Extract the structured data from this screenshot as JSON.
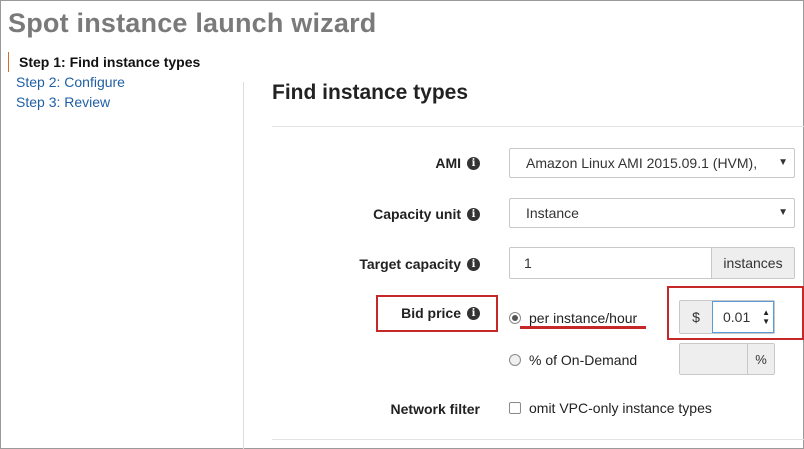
{
  "wizard": {
    "title": "Spot instance launch wizard",
    "steps": [
      {
        "label": "Step 1: Find instance types",
        "active": true
      },
      {
        "label": "Step 2: Configure",
        "active": false
      },
      {
        "label": "Step 3: Review",
        "active": false
      }
    ]
  },
  "section": {
    "title": "Find instance types"
  },
  "form": {
    "ami": {
      "label": "AMI",
      "value": "Amazon Linux AMI 2015.09.1 (HVM),"
    },
    "capacity_unit": {
      "label": "Capacity unit",
      "value": "Instance"
    },
    "target_capacity": {
      "label": "Target capacity",
      "value": "1",
      "unit": "instances"
    },
    "bid_price": {
      "label": "Bid price",
      "option_per_hour": {
        "label": "per instance/hour",
        "selected": true
      },
      "currency": "$",
      "price_value": "0.01",
      "option_on_demand": {
        "label": "% of On-Demand",
        "selected": false
      },
      "percent_symbol": "%"
    },
    "network_filter": {
      "label": "Network filter",
      "checkbox_label": "omit VPC-only instance types",
      "checked": false
    }
  },
  "icons": {
    "info": "info-icon",
    "caret": "caret-down-icon",
    "spinner": "spinner-icon"
  },
  "colors": {
    "highlight": "#c62828",
    "link": "#1f5fa5",
    "active_marker": "#d56b2d"
  }
}
